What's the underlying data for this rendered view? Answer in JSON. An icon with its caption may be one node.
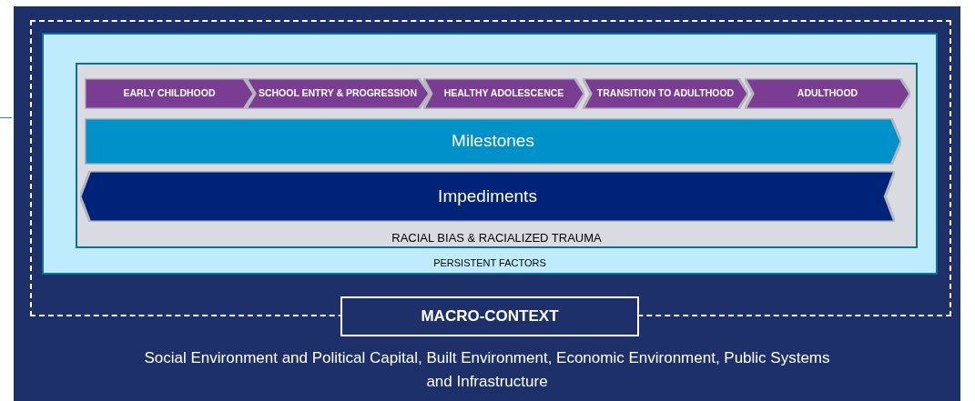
{
  "diagram": {
    "nodes": [
      {
        "text": [
          "Social Environment and Political Capital, Built Environment, Economic Environment, Public Systems and Infrastructure"
        ]
      },
      {
        "text": [
          "MACRO-CONTEXT"
        ],
        "in": 0
      },
      {
        "text": [
          "PERSISTENT FACTORS"
        ],
        "in": 1
      },
      {
        "text": [
          "RACIAL BIAS & RACIALIZED TRAUMA"
        ],
        "in": 2
      },
      {
        "text": [
          "EARLY CHILDHOOD"
        ],
        "in": 3
      },
      {
        "text": [
          "SCHOOL ENTRY & PROGRESSION"
        ],
        "in": 3
      },
      {
        "text": [
          "HEALTHY ADOLESCENCE"
        ],
        "in": 3
      },
      {
        "text": [
          "TRANSITION TO ADULTHOOD"
        ],
        "in": 3
      },
      {
        "text": [
          "ADULTHOOD"
        ],
        "in": 3
      },
      {
        "text": [
          "Milestones"
        ],
        "in": 3
      },
      {
        "text": [
          "Impediments"
        ],
        "in": 3
      }
    ]
  }
}
